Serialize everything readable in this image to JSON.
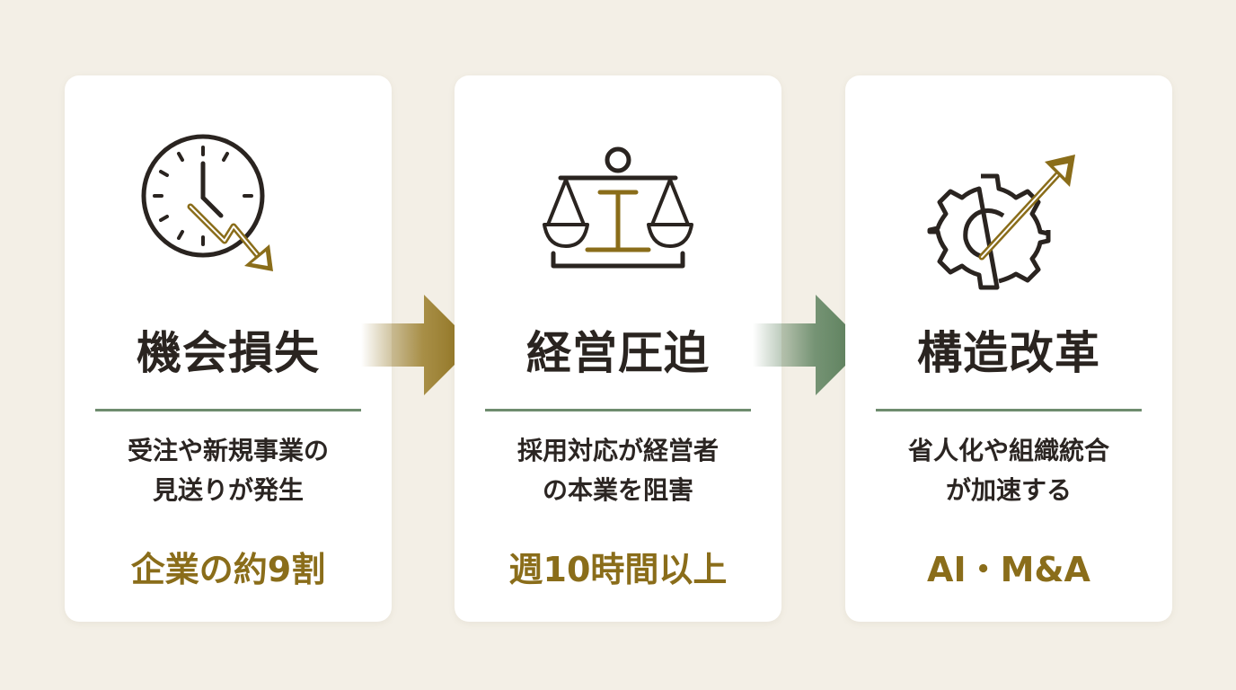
{
  "steps": [
    {
      "title": "機会損失",
      "desc_line1": "受注や新規事業の",
      "desc_line2": "見送りが発生",
      "stat": "企業の約9割",
      "icon": "clock-decline-icon"
    },
    {
      "title": "経営圧迫",
      "desc_line1": "採用対応が経営者",
      "desc_line2": "の本業を阻害",
      "stat": "週10時間以上",
      "icon": "balance-scale-icon"
    },
    {
      "title": "構造改革",
      "desc_line1": "省人化や組織統合",
      "desc_line2": "が加速する",
      "stat": "AI・M&A",
      "icon": "gear-growth-arrow-icon"
    }
  ],
  "colors": {
    "background": "#f3efe6",
    "card": "#ffffff",
    "title": "#2a2420",
    "accent_gold": "#8a6d1a",
    "accent_green": "#6e8c6e",
    "arrow_gold": "#8a6d1a",
    "arrow_green": "#557a55"
  }
}
